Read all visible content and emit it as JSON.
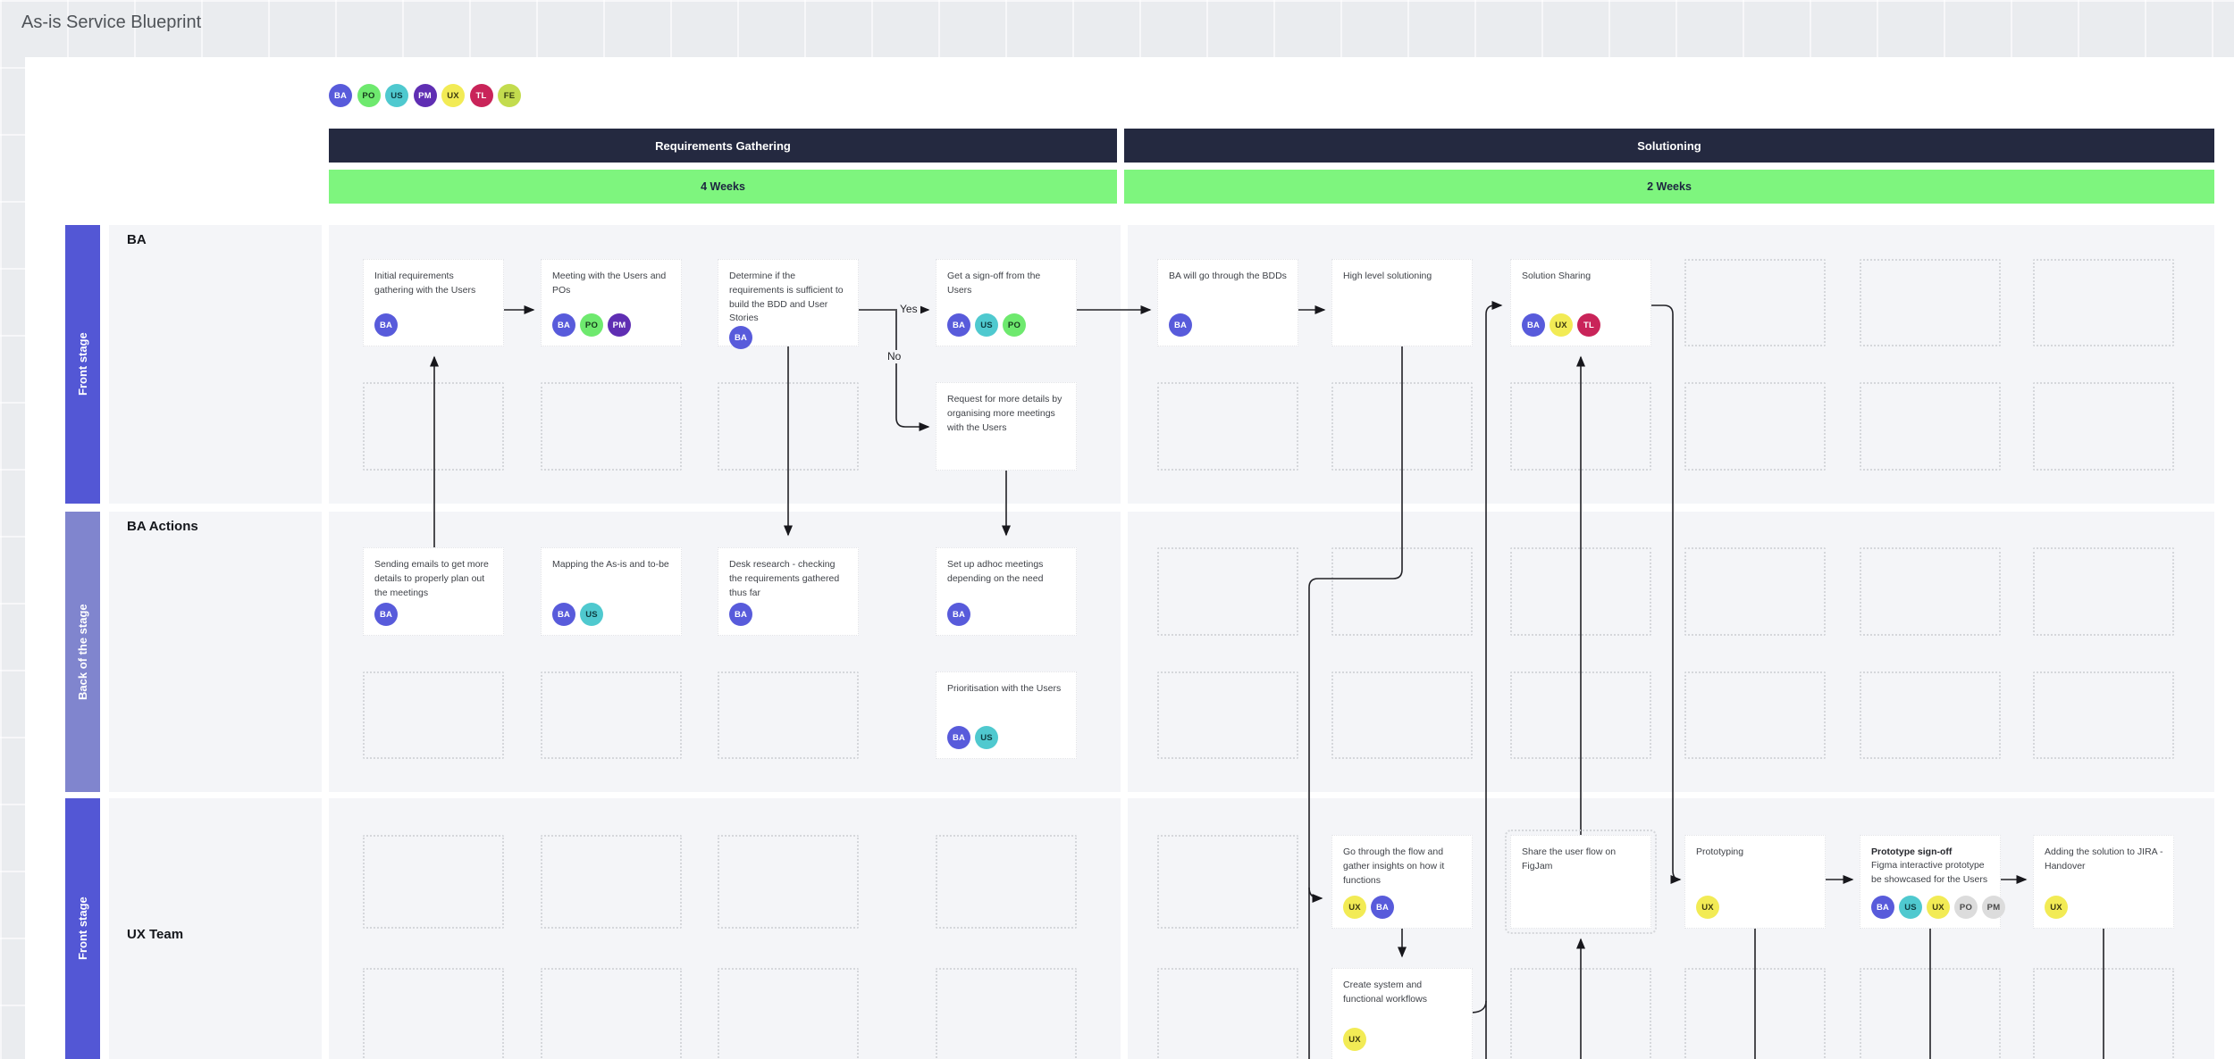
{
  "title": "As-is Service Blueprint",
  "colors": {
    "header_bg": "#242940",
    "duration_bg": "#7EF57E",
    "lane_cell_bg": "#f4f5f8",
    "front_stage_bar": "#5357D5",
    "back_stage_bar": "#8085CE",
    "connector": "#212126"
  },
  "legend": {
    "roles": [
      "BA",
      "PO",
      "US",
      "PM",
      "UX",
      "TL",
      "FE"
    ]
  },
  "chip_styles": {
    "BA": {
      "label": "BA",
      "bg": "#585BDB",
      "fg": "#ffffff"
    },
    "PO": {
      "label": "PO",
      "bg": "#6EE96E",
      "fg": "#173a1c"
    },
    "US": {
      "label": "US",
      "bg": "#4FC9CF",
      "fg": "#0e3c40"
    },
    "PM": {
      "label": "PM",
      "bg": "#5F2EB3",
      "fg": "#ffffff"
    },
    "UX": {
      "label": "UX",
      "bg": "#F2EB55",
      "fg": "#3c3a10"
    },
    "TL": {
      "label": "TL",
      "bg": "#C92459",
      "fg": "#ffffff"
    },
    "FE": {
      "label": "FE",
      "bg": "#C3DC4E",
      "fg": "#333d10"
    },
    "PO_MUTED": {
      "label": "PO",
      "bg": "#DCDCDC",
      "fg": "#4a4a4a"
    },
    "PM_MUTED": {
      "label": "PM",
      "bg": "#DCDCDC",
      "fg": "#4a4a4a"
    }
  },
  "phases": [
    {
      "label": "Requirements Gathering",
      "duration": "4 Weeks"
    },
    {
      "label": "Solutioning",
      "duration": "2 Weeks"
    }
  ],
  "lanes": [
    {
      "stage": "Front stage",
      "label": "BA"
    },
    {
      "stage": "Back of the stage",
      "label": "BA Actions"
    },
    {
      "stage": "Front stage",
      "label": "UX Team"
    }
  ],
  "connector_labels": {
    "yes": "Yes",
    "no": "No"
  },
  "cards": [
    {
      "id": "initial-requirements",
      "col": 1,
      "row": "r1a",
      "text": "Initial requirements gathering with the Users",
      "chips": [
        "BA"
      ]
    },
    {
      "id": "meeting-users-pos",
      "col": 2,
      "row": "r1a",
      "text": "Meeting with the Users and POs",
      "chips": [
        "BA",
        "PO",
        "PM"
      ]
    },
    {
      "id": "determine-requirements",
      "col": 3,
      "row": "r1a",
      "text": "Determine if the requirements is sufficient to build the BDD and User Stories",
      "chips": [
        "BA"
      ]
    },
    {
      "id": "get-sign-off",
      "col": 4,
      "row": "r1a",
      "text": "Get a sign-off from the Users",
      "chips": [
        "BA",
        "US",
        "PO"
      ]
    },
    {
      "id": "ba-go-through-bdds",
      "col": 5,
      "row": "r1a",
      "text": "BA will go through the BDDs",
      "chips": [
        "BA"
      ]
    },
    {
      "id": "high-level-solutioning",
      "col": 6,
      "row": "r1a",
      "text": "High level solutioning",
      "chips": []
    },
    {
      "id": "solution-sharing",
      "col": 7,
      "row": "r1a",
      "text": "Solution Sharing",
      "chips": [
        "BA",
        "UX",
        "TL"
      ]
    },
    {
      "id": "request-more-details",
      "col": 4,
      "row": "r1b",
      "text": "Request for more details by organising more meetings with the Users",
      "chips": []
    },
    {
      "id": "sending-emails",
      "col": 1,
      "row": "r2a",
      "text": "Sending emails to get more details to properly plan out the meetings",
      "chips": [
        "BA"
      ]
    },
    {
      "id": "mapping-as-is",
      "col": 2,
      "row": "r2a",
      "text": "Mapping the As-is and to-be",
      "chips": [
        "BA",
        "US"
      ]
    },
    {
      "id": "desk-research",
      "col": 3,
      "row": "r2a",
      "text": "Desk research - checking the requirements gathered thus far",
      "chips": [
        "BA"
      ]
    },
    {
      "id": "setup-adhoc-meetings",
      "col": 4,
      "row": "r2a",
      "text": "Set up adhoc meetings depending on the need",
      "chips": [
        "BA"
      ]
    },
    {
      "id": "prioritisation-users",
      "col": 4,
      "row": "r2b",
      "text": "Prioritisation with the Users",
      "chips": [
        "BA",
        "US"
      ]
    },
    {
      "id": "go-through-flow",
      "col": 6,
      "row": "r3a",
      "text": "Go through the flow and gather insights on how it functions",
      "chips": [
        "UX",
        "BA"
      ]
    },
    {
      "id": "share-user-flow",
      "col": 7,
      "row": "r3a",
      "text": "Share the user flow on FigJam",
      "chips": [],
      "dashed_frame": true
    },
    {
      "id": "prototyping",
      "col": 8,
      "row": "r3a",
      "text": "Prototyping",
      "chips": [
        "UX"
      ]
    },
    {
      "id": "prototype-sign-off",
      "col": 9,
      "row": "r3a",
      "title": "Prototype sign-off",
      "text": "Figma interactive prototype be showcased for the Users",
      "chips": [
        "BA",
        "US",
        "UX",
        "PO_MUTED",
        "PM_MUTED"
      ]
    },
    {
      "id": "adding-solution-jira",
      "col": 10,
      "row": "r3a",
      "text": "Adding the solution to JIRA - Handover",
      "chips": [
        "UX"
      ]
    },
    {
      "id": "create-system-workflows",
      "col": 6,
      "row": "r3b",
      "text": "Create system and functional workflows",
      "chips": [
        "UX"
      ]
    }
  ],
  "placeholders": [
    {
      "col": 8,
      "row": "r1a"
    },
    {
      "col": 9,
      "row": "r1a"
    },
    {
      "col": 10,
      "row": "r1a"
    },
    {
      "col": 1,
      "row": "r1b"
    },
    {
      "col": 2,
      "row": "r1b"
    },
    {
      "col": 3,
      "row": "r1b"
    },
    {
      "col": 5,
      "row": "r1b"
    },
    {
      "col": 6,
      "row": "r1b"
    },
    {
      "col": 7,
      "row": "r1b"
    },
    {
      "col": 8,
      "row": "r1b"
    },
    {
      "col": 9,
      "row": "r1b"
    },
    {
      "col": 10,
      "row": "r1b"
    },
    {
      "col": 5,
      "row": "r2a"
    },
    {
      "col": 6,
      "row": "r2a"
    },
    {
      "col": 7,
      "row": "r2a"
    },
    {
      "col": 8,
      "row": "r2a"
    },
    {
      "col": 9,
      "row": "r2a"
    },
    {
      "col": 10,
      "row": "r2a"
    },
    {
      "col": 1,
      "row": "r2b"
    },
    {
      "col": 2,
      "row": "r2b"
    },
    {
      "col": 3,
      "row": "r2b"
    },
    {
      "col": 5,
      "row": "r2b"
    },
    {
      "col": 6,
      "row": "r2b"
    },
    {
      "col": 7,
      "row": "r2b"
    },
    {
      "col": 8,
      "row": "r2b"
    },
    {
      "col": 9,
      "row": "r2b"
    },
    {
      "col": 10,
      "row": "r2b"
    },
    {
      "col": 1,
      "row": "r3a"
    },
    {
      "col": 2,
      "row": "r3a"
    },
    {
      "col": 3,
      "row": "r3a"
    },
    {
      "col": 4,
      "row": "r3a"
    },
    {
      "col": 5,
      "row": "r3a"
    },
    {
      "col": 1,
      "row": "r3b"
    },
    {
      "col": 2,
      "row": "r3b"
    },
    {
      "col": 3,
      "row": "r3b"
    },
    {
      "col": 4,
      "row": "r3b"
    },
    {
      "col": 5,
      "row": "r3b"
    },
    {
      "col": 7,
      "row": "r3b"
    },
    {
      "col": 8,
      "row": "r3b"
    },
    {
      "col": 9,
      "row": "r3b"
    },
    {
      "col": 10,
      "row": "r3b"
    }
  ]
}
